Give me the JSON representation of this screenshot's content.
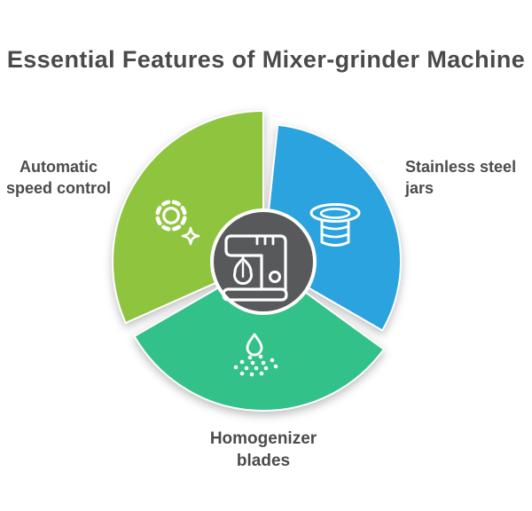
{
  "title": "Essential Features of Mixer-grinder Machine",
  "text_color": "#4B4B4D",
  "hub": {
    "icon": "stand-mixer-icon",
    "color": "#58595B"
  },
  "segments": [
    {
      "name": "speed-control",
      "position": "top-left",
      "color": "#8FC43F",
      "icon": "gear-sparkle-icon",
      "label_lines": [
        "Automatic",
        "speed control"
      ]
    },
    {
      "name": "steel-jars",
      "position": "right",
      "color": "#2AA3DE",
      "icon": "jar-icon",
      "label_lines": [
        "Stainless steel",
        "jars"
      ]
    },
    {
      "name": "homogenizer",
      "position": "bottom",
      "color": "#33C18A",
      "icon": "drop-spray-icon",
      "label_lines": [
        "Homogenizer",
        "blades"
      ]
    }
  ]
}
